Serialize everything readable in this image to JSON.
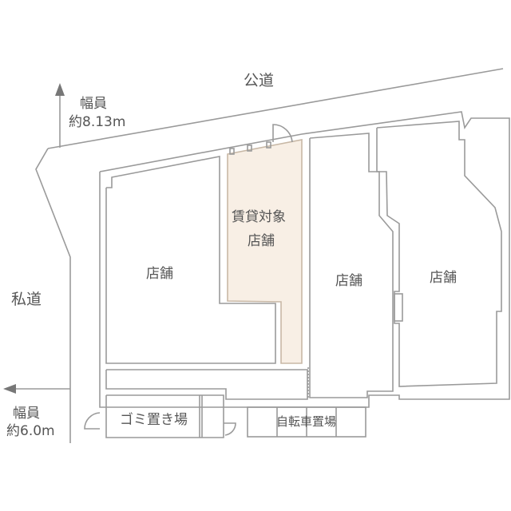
{
  "road_public": {
    "label": "公道",
    "width_label": "幅員",
    "width_value": "約8.13m"
  },
  "road_private": {
    "label": "私道",
    "width_label": "幅員",
    "width_value": "約6.0m"
  },
  "rooms": {
    "target": {
      "line1": "賃貸対象",
      "line2": "店舗"
    },
    "store_left": "店舗",
    "store_middle": "店舗",
    "store_right": "店舗",
    "garbage": "ゴミ置き場",
    "bicycle": "自転車置場"
  },
  "colors": {
    "line": "#9a9a9a",
    "target_fill": "#f8efe5",
    "target_stroke": "#c8b8a6",
    "text": "#555555"
  }
}
